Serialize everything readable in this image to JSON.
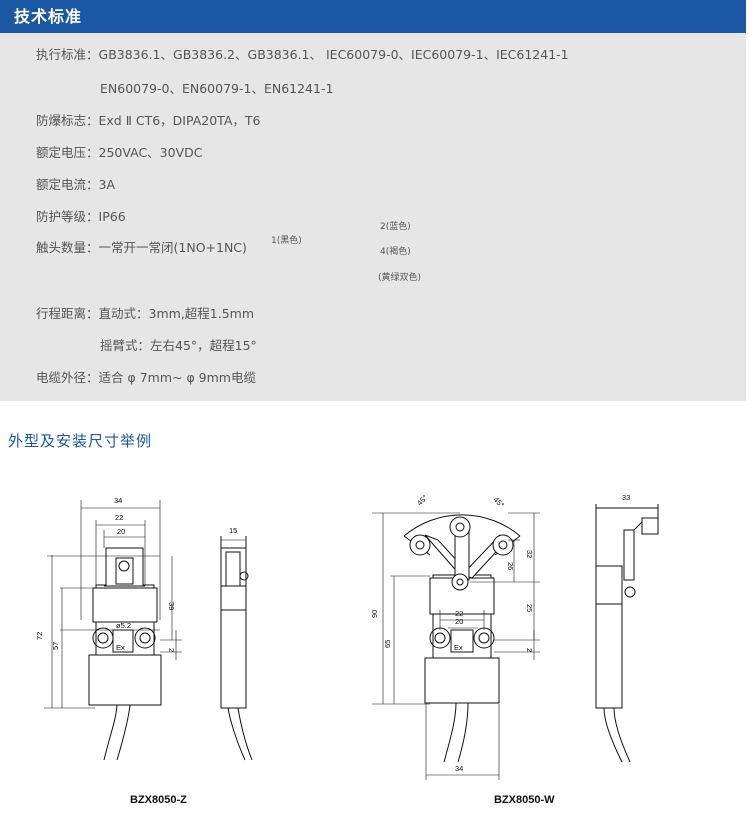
{
  "header": {
    "title": "技术标准"
  },
  "specs": {
    "standard_label": "执行标准：",
    "standard_line1": "GB3836.1、GB3836.2、GB3836.1、 IEC60079-0、IEC60079-1、IEC61241-1",
    "standard_line2": "EN60079-0、EN60079-1、EN61241-1",
    "explosion_label": "防爆标志：",
    "explosion_value": "Exd Ⅱ CT6，DIPA20TA，T6",
    "voltage_label": "额定电压：",
    "voltage_value": "250VAC、30VDC",
    "current_label": "额定电流：",
    "current_value": "3A",
    "protection_label": "防护等级：",
    "protection_value": "IP66",
    "contacts_label": "触头数量：",
    "contacts_value": "一常开一常闭(1NO+1NC)",
    "contact_note_1": "1(黑色)",
    "contact_note_2": "2(蓝色)",
    "contact_note_4": "4(褐色)",
    "contact_note_ground": "(黄绿双色)",
    "travel_label": "行程距离：",
    "travel_direct": "直动式：3mm,超程1.5mm",
    "travel_swing": "摇臂式：左右45°，超程15°",
    "cable_label": "电缆外径：",
    "cable_value": "适合 φ 7mm~ φ 9mm电缆"
  },
  "section": {
    "title": "外型及安装尺寸举例"
  },
  "drawings": {
    "left_model": "BZX8050-Z",
    "right_model": "BZX8050-W",
    "left_dims": {
      "w34": "34",
      "w22": "22",
      "w20": "20",
      "h72": "72",
      "h57": "57",
      "h39": "39",
      "h2": "2",
      "hole": "ø5.2",
      "side15": "15",
      "ex": "Ex"
    },
    "right_dims": {
      "a45l": "45°",
      "a45r": "45°",
      "h90": "90",
      "h65": "65",
      "h32": "32",
      "h26": "26",
      "h25": "25",
      "h2": "2",
      "w22": "22",
      "w20": "20",
      "w34": "34",
      "side33": "33",
      "ex": "Ex"
    }
  }
}
